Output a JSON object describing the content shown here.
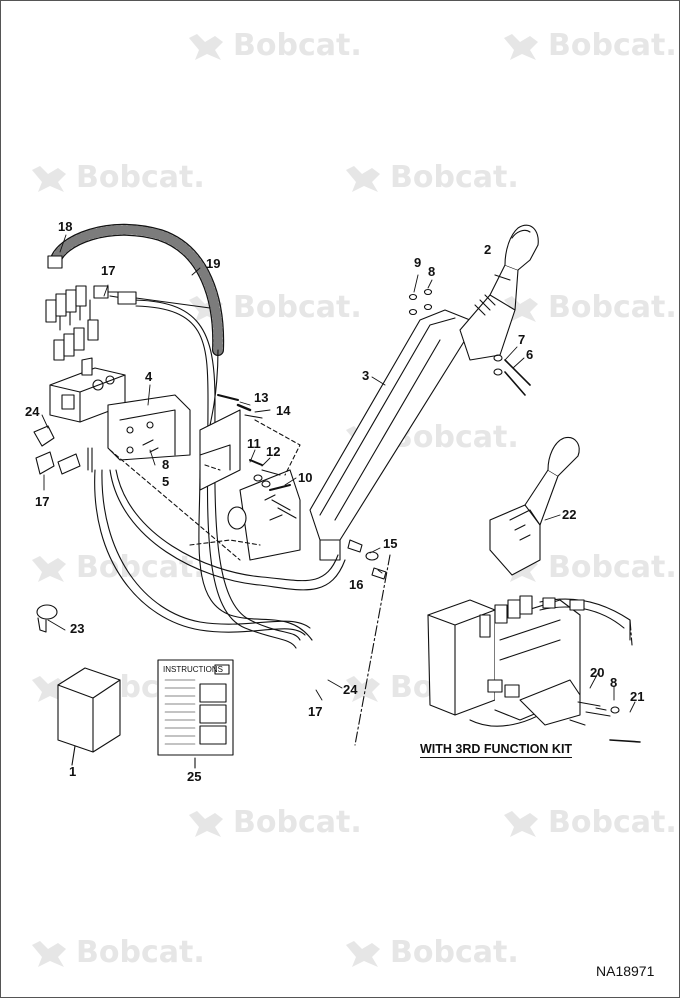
{
  "watermark": {
    "brand": "Bobcat."
  },
  "callouts": {
    "c1": "1",
    "c2": "2",
    "c3": "3",
    "c4": "4",
    "c5": "5",
    "c6": "6",
    "c7": "7",
    "c8a": "8",
    "c8b": "8",
    "c8c": "8",
    "c9": "9",
    "c10": "10",
    "c11": "11",
    "c12": "12",
    "c13": "13",
    "c14": "14",
    "c15": "15",
    "c16": "16",
    "c17a": "17",
    "c17b": "17",
    "c17c": "17",
    "c18": "18",
    "c19": "19",
    "c20": "20",
    "c21": "21",
    "c22": "22",
    "c23": "23",
    "c24a": "24",
    "c24b": "24",
    "c25": "25"
  },
  "instructions_card": {
    "title": "INSTRUCTIONS"
  },
  "kit_label": "WITH 3RD FUNCTION KIT",
  "drawing_number": "NA18971",
  "colors": {
    "line": "#111111",
    "watermark": "#e6e6e6"
  }
}
